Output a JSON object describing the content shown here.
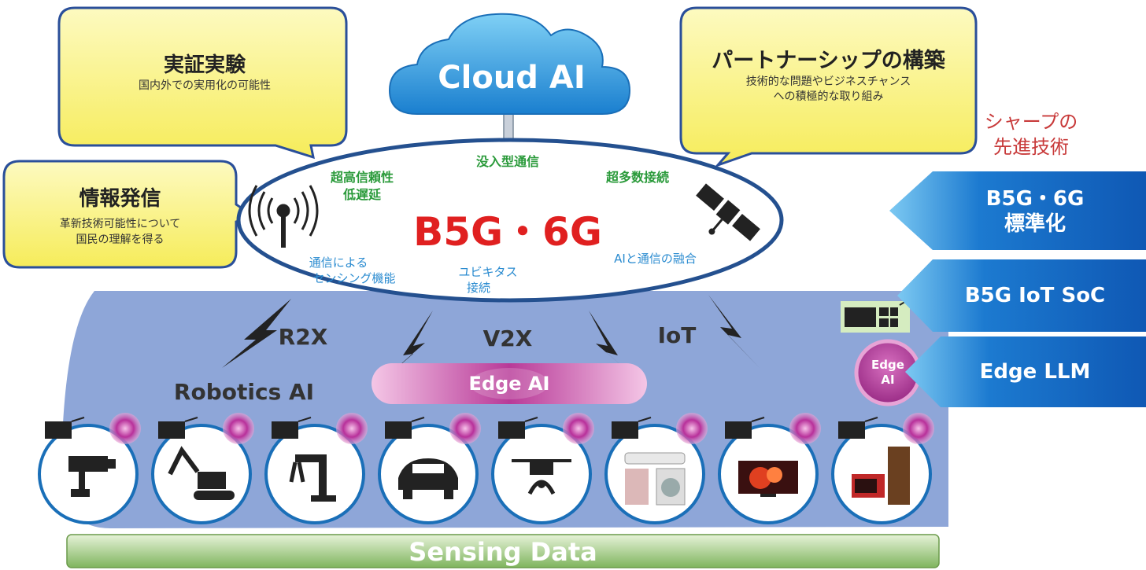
{
  "callouts": {
    "trial": {
      "title": "実証実験",
      "subtitle": "国内外での実用化の可能性"
    },
    "partnership": {
      "title": "パートナーシップの構築",
      "subtitle_line1": "技術的な問題やビジネスチャンス",
      "subtitle_line2": "への積極的な取り組み"
    },
    "info": {
      "title": "情報発信",
      "subtitle_line1": "革新技術可能性について",
      "subtitle_line2": "国民の理解を得る"
    }
  },
  "cloud": {
    "label": "Cloud AI"
  },
  "network": {
    "title": "B5G・6G",
    "features": {
      "immersive": "没入型通信",
      "reliability_line1": "超高信頼性",
      "reliability_line2": "低遅延",
      "massive": "超多数接続",
      "sensing_line1": "通信による",
      "sensing_line2": "センシング機能",
      "ubiquitous_line1": "ユビキタス",
      "ubiquitous_line2": "接続",
      "ai_fusion": "AIと通信の融合"
    }
  },
  "links": {
    "r2x": "R2X",
    "v2x": "V2X",
    "iot": "IoT"
  },
  "robotics_label": "Robotics AI",
  "edge_ai": {
    "pill": "Edge AI",
    "badge_line1": "Edge",
    "badge_line2": "AI"
  },
  "sharp_tech": {
    "line1": "シャープの",
    "line2": "先進技術"
  },
  "tech_arrows": [
    {
      "line1": "B5G・6G",
      "line2": "標準化"
    },
    {
      "line1": "B5G IoT SoC",
      "line2": ""
    },
    {
      "line1": "Edge LLM",
      "line2": ""
    }
  ],
  "devices": [
    {
      "icon": "security-camera-icon"
    },
    {
      "icon": "excavator-icon"
    },
    {
      "icon": "robot-arm-icon"
    },
    {
      "icon": "car-icon"
    },
    {
      "icon": "drone-icon"
    },
    {
      "icon": "home-appliances-icon"
    },
    {
      "icon": "television-icon"
    },
    {
      "icon": "kitchen-appliances-icon"
    }
  ],
  "sensing_bar": {
    "label": "Sensing Data"
  },
  "colors": {
    "callout_fill": "#fbf59a",
    "callout_border": "#2a4f9a",
    "cloud": "#2e9ee0",
    "platform": "#8ea6d8",
    "edge_pink": "#c0409f",
    "arrow_blue": "#1669c8",
    "sensing_green": "#8fbf70",
    "red": "#e02020"
  }
}
